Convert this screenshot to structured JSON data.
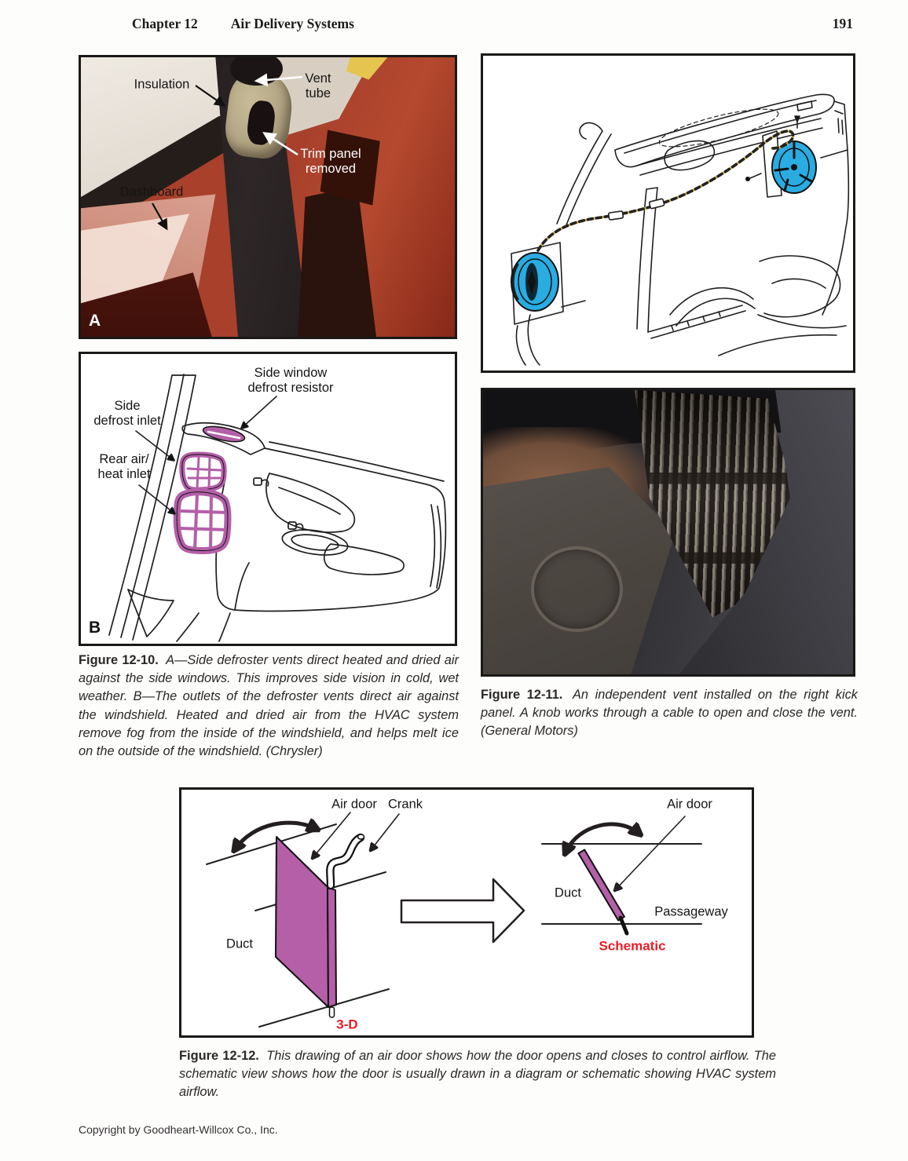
{
  "header": {
    "chapter": "Chapter 12",
    "title": "Air Delivery Systems",
    "page_number": "191"
  },
  "fig10": {
    "photo_a": {
      "labels": {
        "insulation": "Insulation",
        "vent_tube": "Vent\ntube",
        "trim_panel": "Trim panel\nremoved",
        "dashboard": "Dashboard"
      },
      "panel_letter": "A"
    },
    "drawing_b": {
      "labels": {
        "resistor": "Side window\ndefrost resistor",
        "side_defrost": "Side\ndefrost inlet",
        "rear_air": "Rear air/\nheat inlet"
      },
      "panel_letter": "B"
    },
    "caption": {
      "lead": "Figure 12-10.",
      "body": "A—Side defroster vents direct heated and dried air against the side windows. This improves side vision in cold, wet weather. B—The outlets of the defroster vents direct air against the windshield. Heated and dried air from the HVAC system remove fog from the inside of the windshield, and helps melt ice on the outside of the windshield. (Chrysler)"
    }
  },
  "fig11": {
    "caption": {
      "lead": "Figure 12-11.",
      "body": "An independent vent installed on the right kick panel. A knob works through a cable to open and close the vent. (General Motors)"
    }
  },
  "fig12": {
    "labels": {
      "air_door_3d": "Air door",
      "crank": "Crank",
      "duct_3d": "Duct",
      "view_3d": "3-D",
      "air_door_sch": "Air door",
      "duct_sch": "Duct",
      "passageway": "Passageway",
      "view_sch": "Schematic"
    },
    "caption": {
      "lead": "Figure 12-12.",
      "body": "This drawing of an air door shows how the door opens and closes to control airflow. The schematic view shows how the door is usually drawn in a diagram or schematic showing HVAC system airflow."
    }
  },
  "footer": "Copyright by Goodheart-Willcox Co., Inc.",
  "colors": {
    "highlight_blue": "#29ace2",
    "highlight_purple": "#b45fa8",
    "label_red": "#ed1c24",
    "cable_yellow": "#d9c05e"
  }
}
